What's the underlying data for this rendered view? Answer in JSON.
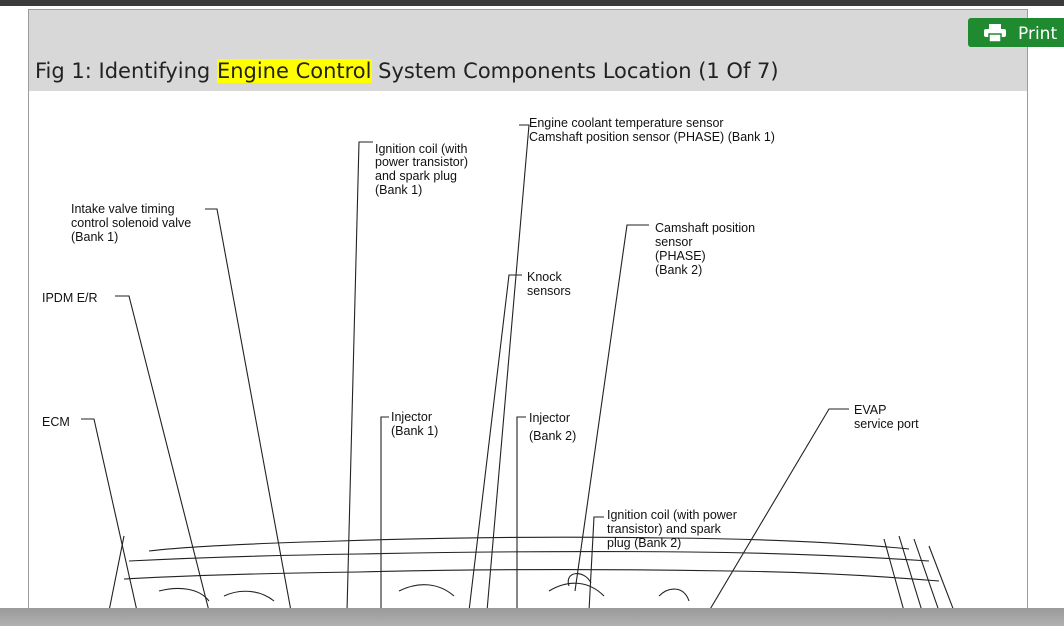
{
  "print_button": {
    "label": "Print",
    "icon": "printer-icon",
    "color": "#1f8a2f"
  },
  "caption": {
    "before": "Fig 1: Identifying ",
    "highlight": "Engine Control",
    "after": " System Components Location (1 Of 7)",
    "highlight_color": "#ffff00"
  },
  "labels": {
    "coolant_sensor_1": "Engine coolant temperature sensor",
    "coolant_sensor_2": "Camshaft position sensor (PHASE) (Bank 1)",
    "ign_coil_b1_1": "Ignition coil (with",
    "ign_coil_b1_2": "power transistor)",
    "ign_coil_b1_3": "and spark plug",
    "ign_coil_b1_4": "(Bank 1)",
    "intake_valve_1": "Intake valve timing",
    "intake_valve_2": "control solenoid valve",
    "intake_valve_3": "(Bank 1)",
    "cam_b2_1": "Camshaft position",
    "cam_b2_2": "sensor",
    "cam_b2_3": "(PHASE)",
    "cam_b2_4": "(Bank 2)",
    "knock_1": "Knock",
    "knock_2": "sensors",
    "ipdm": "IPDM E/R",
    "ecm": "ECM",
    "inj_b1_1": "Injector",
    "inj_b1_2": "(Bank 1)",
    "inj_b2_1": "Injector",
    "inj_b2_2": "(Bank 2)",
    "evap_1": "EVAP",
    "evap_2": "service port",
    "ign_coil_b2_1": "Ignition coil (with power",
    "ign_coil_b2_2": "transistor) and spark",
    "ign_coil_b2_3": "plug (Bank 2)"
  }
}
